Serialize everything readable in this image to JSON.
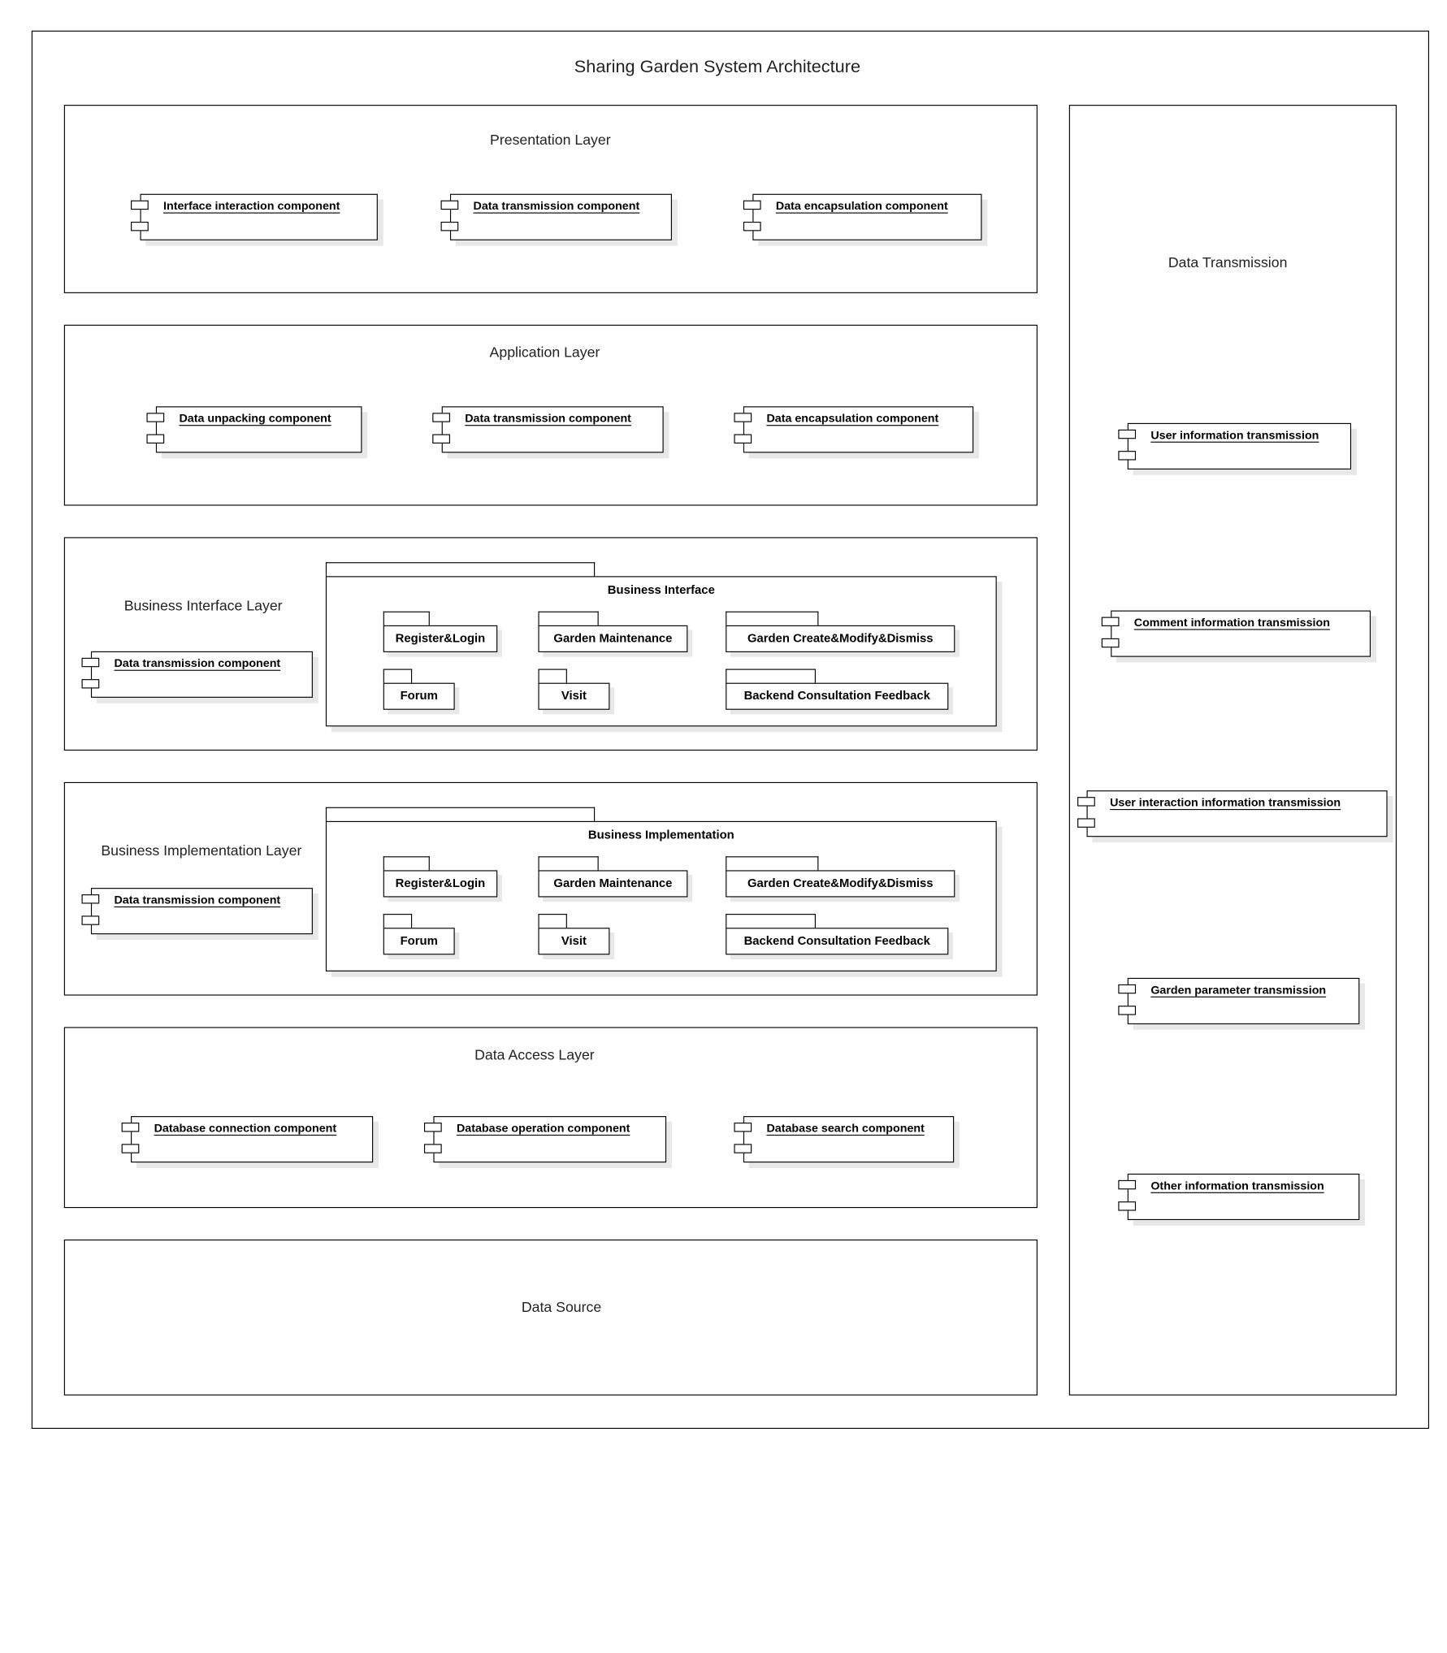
{
  "diagram": {
    "title": "Sharing Garden System Architecture",
    "presentation_layer": {
      "title": "Presentation Layer",
      "components": [
        "Interface interaction component",
        "Data transmission component",
        "Data encapsulation component"
      ]
    },
    "application_layer": {
      "title": "Application Layer",
      "components": [
        "Data unpacking component",
        "Data transmission component",
        "Data encapsulation component"
      ]
    },
    "business_interface_layer": {
      "title": "Business Interface Layer",
      "component": "Data transmission component",
      "package": {
        "name": "Business Interface",
        "modules": [
          "Register&Login",
          "Garden Maintenance",
          "Garden Create&Modify&Dismiss",
          "Forum",
          "Visit",
          "Backend Consultation Feedback"
        ]
      }
    },
    "business_implementation_layer": {
      "title": "Business Implementation Layer",
      "component": "Data transmission component",
      "package": {
        "name": "Business Implementation",
        "modules": [
          "Register&Login",
          "Garden Maintenance",
          "Garden Create&Modify&Dismiss",
          "Forum",
          "Visit",
          "Backend Consultation Feedback"
        ]
      }
    },
    "data_access_layer": {
      "title": "Data Access Layer",
      "components": [
        "Database connection component",
        "Database operation component",
        "Database search component"
      ]
    },
    "data_source": {
      "title": "Data Source"
    },
    "data_transmission": {
      "title": "Data Transmission",
      "components": [
        "User information transmission",
        "Comment information transmission",
        "User interaction information transmission",
        "Garden parameter transmission",
        "Other information transmission"
      ]
    }
  }
}
